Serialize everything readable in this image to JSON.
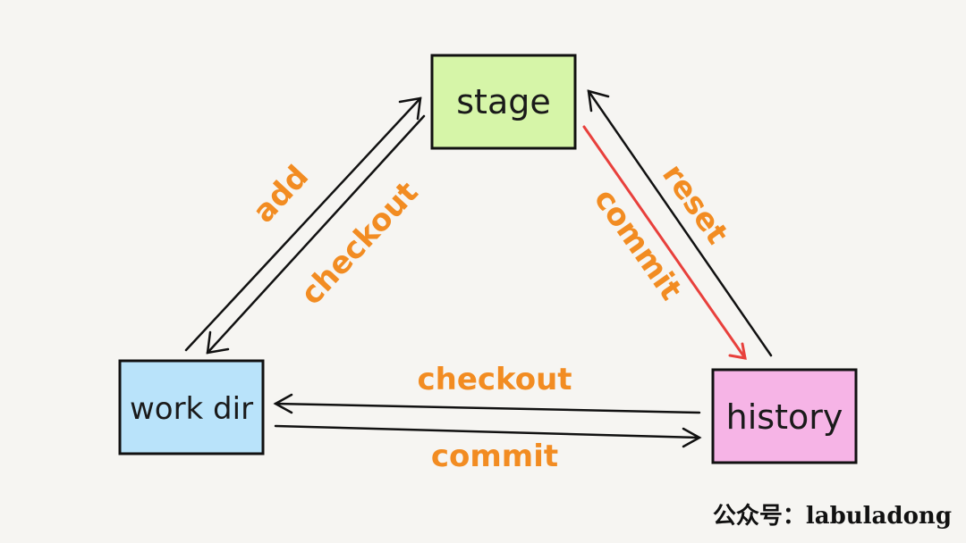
{
  "nodes": {
    "stage": {
      "label": "stage",
      "color": "#d6f5a8"
    },
    "work_dir": {
      "label": "work dir",
      "color": "#b9e3fa"
    },
    "history": {
      "label": "history",
      "color": "#f6b4e6"
    }
  },
  "edges": {
    "add": "add",
    "checkout_stage_to_workdir": "checkout",
    "reset": "reset",
    "commit_stage_to_history": "commit",
    "checkout_history_to_workdir": "checkout",
    "commit_workdir_to_history": "commit"
  },
  "colors": {
    "label": "#f28c22",
    "highlight_arrow": "#e8403c",
    "line": "#111111"
  },
  "watermark": "公众号：labuladong"
}
